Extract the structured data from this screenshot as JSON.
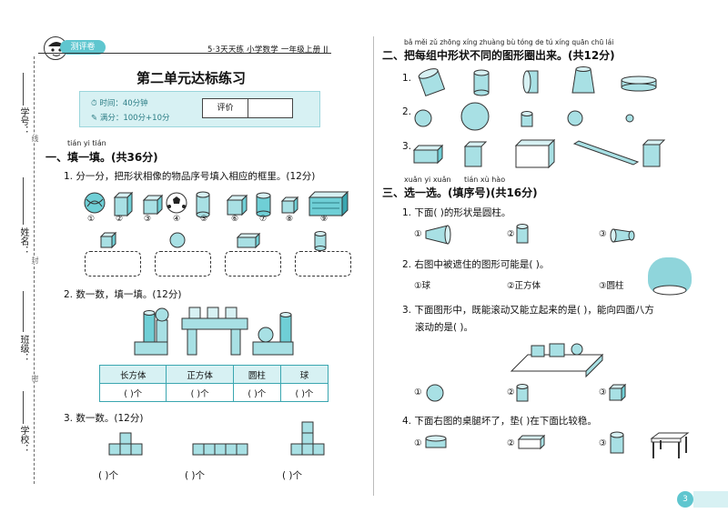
{
  "sidebar": {
    "labels": [
      "学号：",
      "姓名：",
      "班级：",
      "学校："
    ],
    "seal_chars": [
      "线",
      "封",
      "密"
    ]
  },
  "header": {
    "badge": "测评卷",
    "series": "5·3天天练  小学数学  一年级上册  JJ"
  },
  "title": "第二单元达标练习",
  "info": {
    "time": "时间：40分钟",
    "score": "满分：100分+10分",
    "grade_label": "评价"
  },
  "section1": {
    "pinyin": "tián yi tián",
    "title": "一、填一填。(共36分)",
    "q1": {
      "text": "1. 分一分，把形状相像的物品序号填入相应的框里。(12分)",
      "numbers": [
        "①",
        "②",
        "③",
        "④",
        "⑤",
        "⑥",
        "⑦",
        "⑧",
        "⑨"
      ]
    },
    "q2": {
      "text": "2. 数一数，填一填。(12分)",
      "headers": [
        "长方体",
        "正方体",
        "圆柱",
        "球"
      ],
      "cells": [
        "(    )个",
        "(    )个",
        "(    )个",
        "(    )个"
      ]
    },
    "q3": {
      "text": "3. 数一数。(12分)",
      "answers": [
        "(    )个",
        "(    )个",
        "(    )个"
      ]
    }
  },
  "section2": {
    "pinyin": "bǎ měi zǔ zhōng xíng zhuàng bù tóng de tú xíng quān chū lái",
    "title": "二、把每组中形状不同的图形圈出来。(共12分)",
    "rows": [
      "1.",
      "2.",
      "3."
    ]
  },
  "section3": {
    "pinyin_a": "xuǎn yi xuǎn",
    "pinyin_b": "tián xù hào",
    "title": "三、选一选。(填序号)(共16分)",
    "q1": {
      "text": "1. 下面(    )的形状是圆柱。",
      "options": [
        "①",
        "②",
        "③"
      ]
    },
    "q2": {
      "text": "2. 右图中被遮住的图形可能是(    )。",
      "options": [
        "①球",
        "②正方体",
        "③圆柱"
      ]
    },
    "q3": {
      "text": "3. 下面图形中，既能滚动又能立起来的是(    )，能向四面八方",
      "text2": "滚动的是(    )。",
      "options": [
        "①",
        "②",
        "③"
      ]
    },
    "q4": {
      "text": "4. 下面右图的桌腿坏了，垫(    )在下面比较稳。",
      "options": [
        "①",
        "②",
        "③"
      ]
    }
  },
  "page_number": "3",
  "colors": {
    "accent": "#5fc6cf",
    "light": "#d7f1f3"
  }
}
